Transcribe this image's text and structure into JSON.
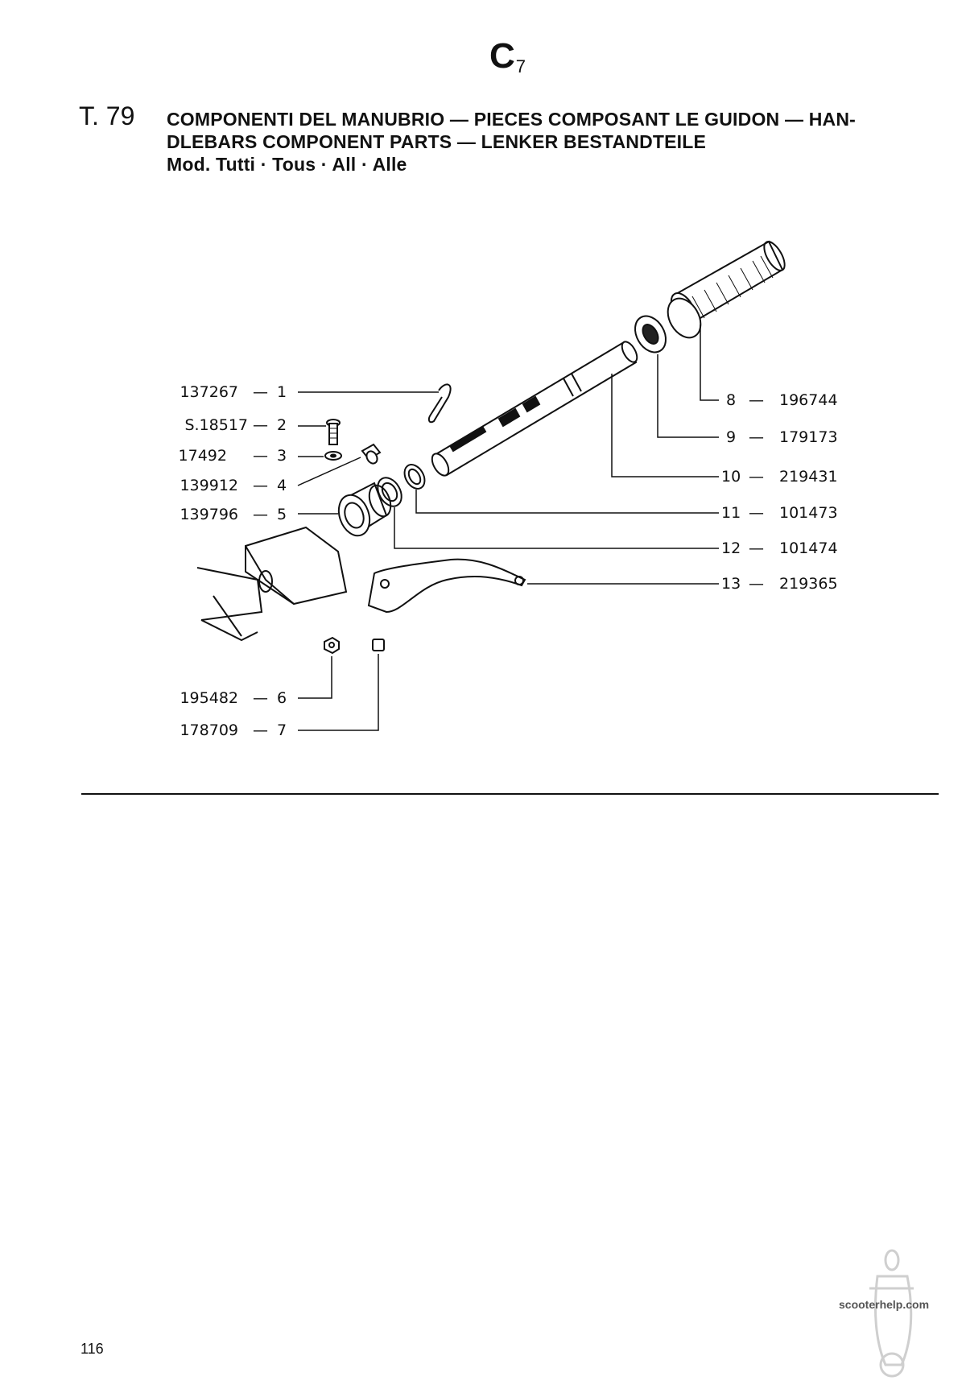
{
  "header": {
    "section_letter": "C",
    "section_sub": "7",
    "table_id": "T. 79",
    "title_lines": [
      "COMPONENTI DEL MANUBRIO — PIECES COMPOSANT LE GUIDON — HAN-",
      "DLEBARS COMPONENT PARTS — LENKER BESTANDTEILE",
      "Mod. Tutti · Tous · All · Alle"
    ]
  },
  "parts": [
    {
      "ref": "1",
      "code": "137267"
    },
    {
      "ref": "2",
      "code": "S.18517"
    },
    {
      "ref": "3",
      "code": "17492"
    },
    {
      "ref": "4",
      "code": "139912"
    },
    {
      "ref": "5",
      "code": "139796"
    },
    {
      "ref": "6",
      "code": "195482"
    },
    {
      "ref": "7",
      "code": "178709"
    },
    {
      "ref": "8",
      "code": "196744"
    },
    {
      "ref": "9",
      "code": "179173"
    },
    {
      "ref": "10",
      "code": "219431"
    },
    {
      "ref": "11",
      "code": "101473"
    },
    {
      "ref": "12",
      "code": "101474"
    },
    {
      "ref": "13",
      "code": "219365"
    }
  ],
  "footer": {
    "page_number": "116",
    "watermark": "scooterhelp.com"
  }
}
